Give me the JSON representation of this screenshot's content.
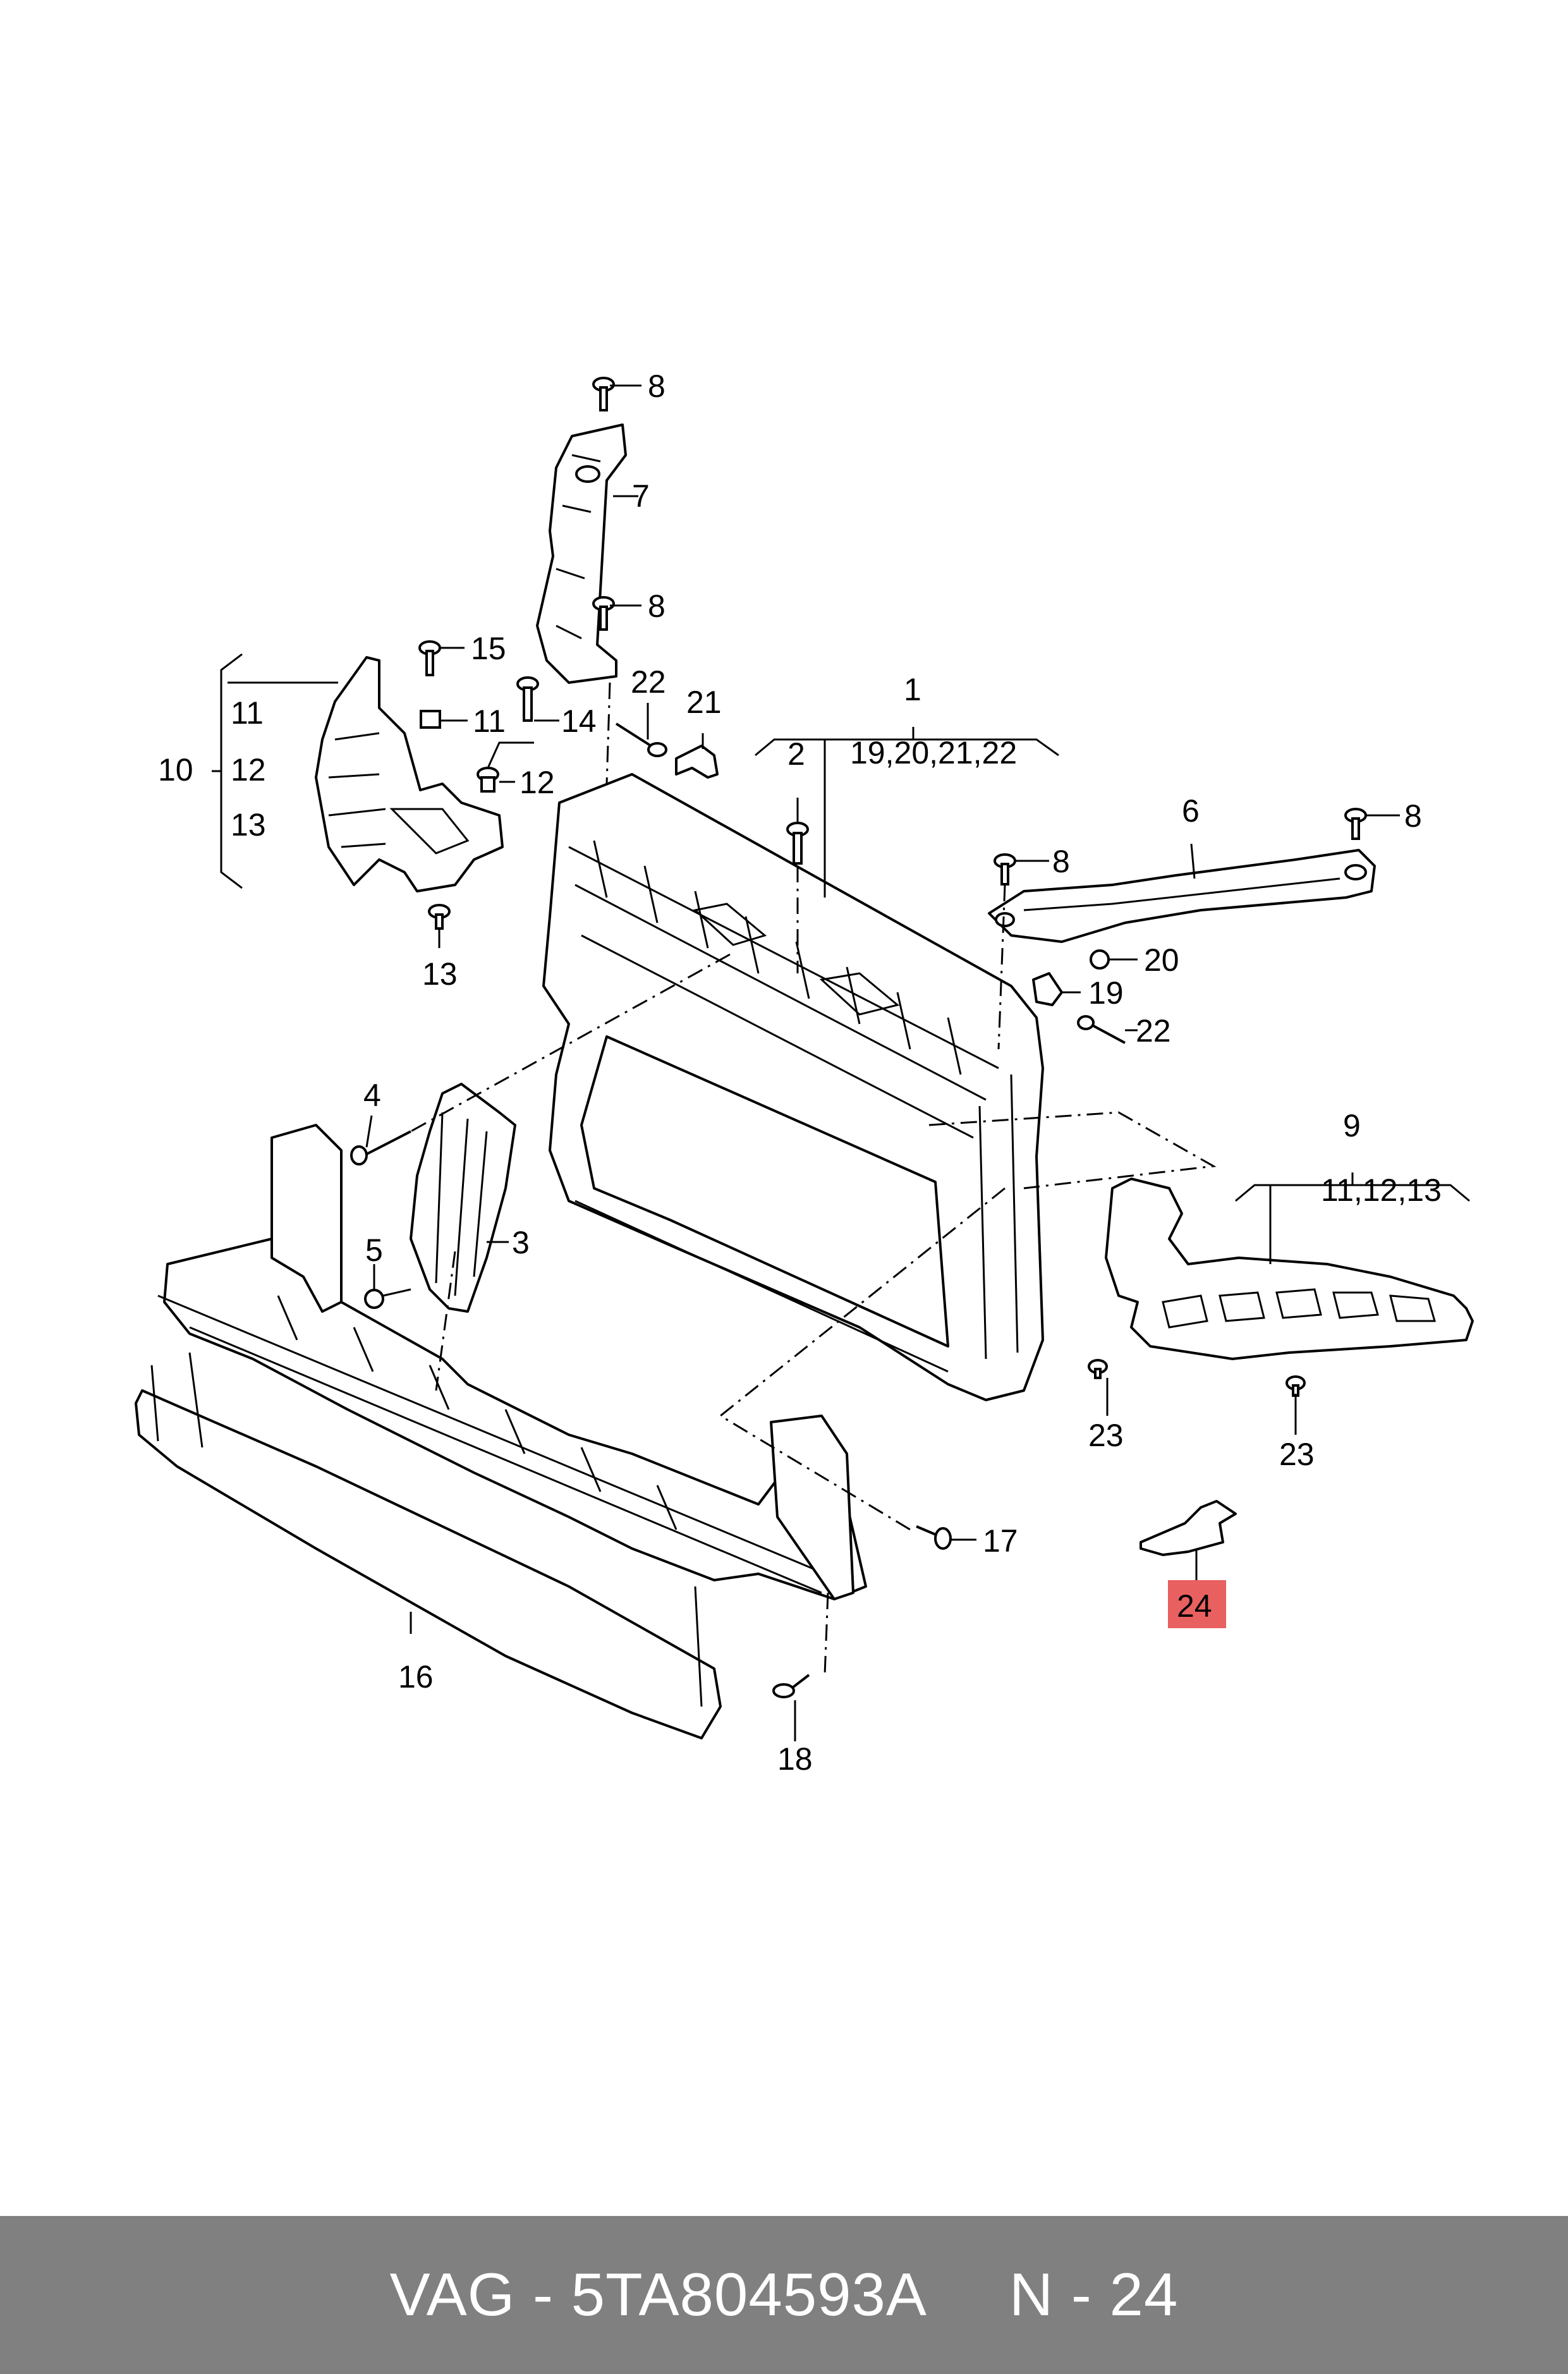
{
  "footer": {
    "brand_part": "VAG - 5TA804593A",
    "ref": "N - 24"
  },
  "callouts": {
    "c1": "1",
    "c1_sub": "19,20,21,22",
    "c2": "2",
    "c3": "3",
    "c4": "4",
    "c5": "5",
    "c6": "6",
    "c7": "7",
    "c8a": "8",
    "c8b": "8",
    "c8c": "8",
    "c8d": "8",
    "c9": "9",
    "c9_sub": "11,12,13",
    "c10": "10",
    "c10_11": "11",
    "c10_12": "12",
    "c10_13": "13",
    "c11": "11",
    "c12": "12",
    "c13": "13",
    "c14": "14",
    "c15": "15",
    "c16": "16",
    "c17": "17",
    "c18": "18",
    "c19": "19",
    "c20": "20",
    "c21": "21",
    "c22a": "22",
    "c22b": "22",
    "c23a": "23",
    "c23b": "23",
    "c24": "24"
  },
  "colors": {
    "highlight": "#e8605f",
    "footer_bg": "#808080",
    "footer_text": "#ffffff"
  }
}
